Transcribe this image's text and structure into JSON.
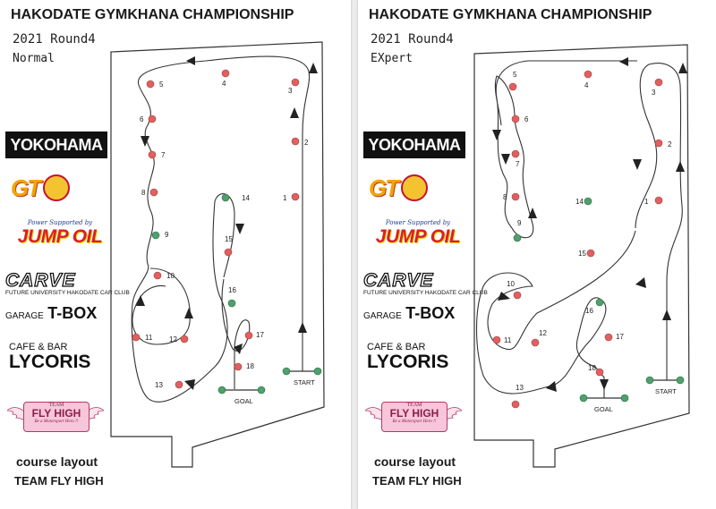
{
  "colors": {
    "cone_red": "#e06060",
    "cone_green": "#4ea06c",
    "line": "#333333",
    "yokohama_bg": "#111111"
  },
  "sheets": [
    {
      "id": "normal",
      "title": "HAKODATE GYMKHANA CHAMPIONSHIP",
      "round": "2021 Round4",
      "class": "Normal",
      "footer": {
        "line1": "course layout",
        "line2": "TEAM FLY HIGH"
      },
      "markers": {
        "start": "START",
        "goal": "GOAL"
      },
      "cones": [
        {
          "label": "1",
          "color": "red"
        },
        {
          "label": "2",
          "color": "red"
        },
        {
          "label": "3",
          "color": "red"
        },
        {
          "label": "4",
          "color": "red"
        },
        {
          "label": "5",
          "color": "red"
        },
        {
          "label": "6",
          "color": "red"
        },
        {
          "label": "7",
          "color": "red"
        },
        {
          "label": "8",
          "color": "red"
        },
        {
          "label": "9",
          "color": "green"
        },
        {
          "label": "10",
          "color": "red"
        },
        {
          "label": "11",
          "color": "red"
        },
        {
          "label": "12",
          "color": "red"
        },
        {
          "label": "13",
          "color": "red"
        },
        {
          "label": "14",
          "color": "green"
        },
        {
          "label": "15",
          "color": "red"
        },
        {
          "label": "16",
          "color": "green"
        },
        {
          "label": "17",
          "color": "red"
        },
        {
          "label": "18",
          "color": "red"
        }
      ]
    },
    {
      "id": "expert",
      "title": "HAKODATE GYMKHANA CHAMPIONSHIP",
      "round": "2021 Round4",
      "class": "EXpert",
      "footer": {
        "line1": "course layout",
        "line2": "TEAM FLY HIGH"
      },
      "markers": {
        "start": "START",
        "goal": "GOAL"
      },
      "cones": [
        {
          "label": "1",
          "color": "red"
        },
        {
          "label": "2",
          "color": "red"
        },
        {
          "label": "3",
          "color": "red"
        },
        {
          "label": "4",
          "color": "red"
        },
        {
          "label": "5",
          "color": "red"
        },
        {
          "label": "6",
          "color": "red"
        },
        {
          "label": "7",
          "color": "red"
        },
        {
          "label": "8",
          "color": "red"
        },
        {
          "label": "9",
          "color": "green"
        },
        {
          "label": "10",
          "color": "red"
        },
        {
          "label": "11",
          "color": "red"
        },
        {
          "label": "12",
          "color": "red"
        },
        {
          "label": "13",
          "color": "red"
        },
        {
          "label": "14",
          "color": "green"
        },
        {
          "label": "15",
          "color": "red"
        },
        {
          "label": "16",
          "color": "green"
        },
        {
          "label": "17",
          "color": "red"
        },
        {
          "label": "18",
          "color": "red"
        }
      ]
    }
  ],
  "sponsors": {
    "yokohama": "YOKOHAMA",
    "gtspec": "GT",
    "jumpoil_tag": "Power Supported by",
    "jumpoil": "JUMP OIL",
    "carve": "CARVE",
    "carve_sub": "FUTURE UNIVERSITY HAKODATE CAR CLUB",
    "garage_small": "GARAGE",
    "garage_big": "T-BOX",
    "cafe_small": "CAFE & BAR",
    "cafe_big": "LYCORIS",
    "flyhigh_team": "TEAM",
    "flyhigh_name": "FLY HIGH",
    "flyhigh_slogan": "Be a Motorsport Hero !!"
  }
}
